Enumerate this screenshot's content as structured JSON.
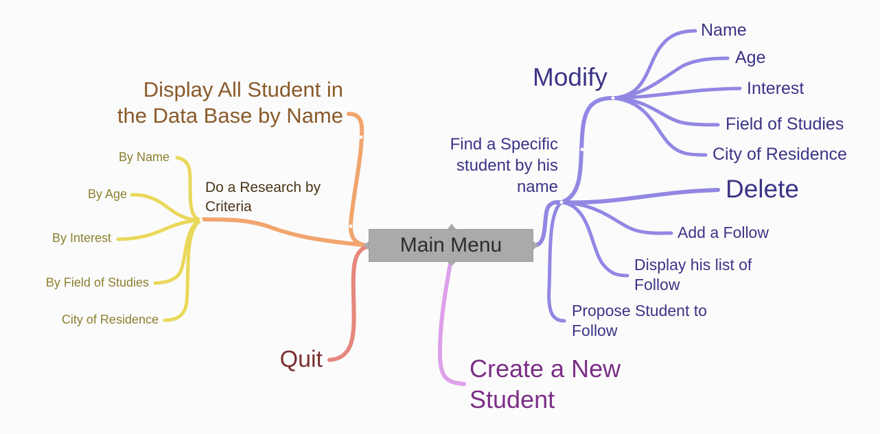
{
  "center": {
    "label": "Main Menu"
  },
  "colors": {
    "orange": "#f0a56d",
    "yellow": "#e9d85a",
    "red": "#e6877c",
    "pink": "#dda0ea",
    "purple": "#9187e3",
    "text_orange": "#8a5a2a",
    "text_olive": "#8b7f2e",
    "text_dark_brown": "#4a3418",
    "text_quit": "#7a2f2f",
    "text_create": "#7b2e86",
    "text_purple": "#3b3486",
    "center_fill": "#aaaaaa"
  },
  "branches": {
    "display_all": "Display All Student in the Data Base by Name",
    "research": "Do a Research by Criteria",
    "by_name": "By Name",
    "by_age": "By Age",
    "by_interest": "By Interest",
    "by_field": "By Field of Studies",
    "city": "City of Residence",
    "quit": "Quit",
    "create": "Create a New Student",
    "find": "Find a Specific student by his name",
    "modify": "Modify",
    "m_name": "Name",
    "m_age": "Age",
    "m_interest": "Interest",
    "m_field": "Field of Studies",
    "m_city": "City of Residence",
    "delete": "Delete",
    "add_follow": "Add a Follow",
    "display_follow": "Display his list of Follow",
    "propose": "Propose Student to Follow"
  }
}
